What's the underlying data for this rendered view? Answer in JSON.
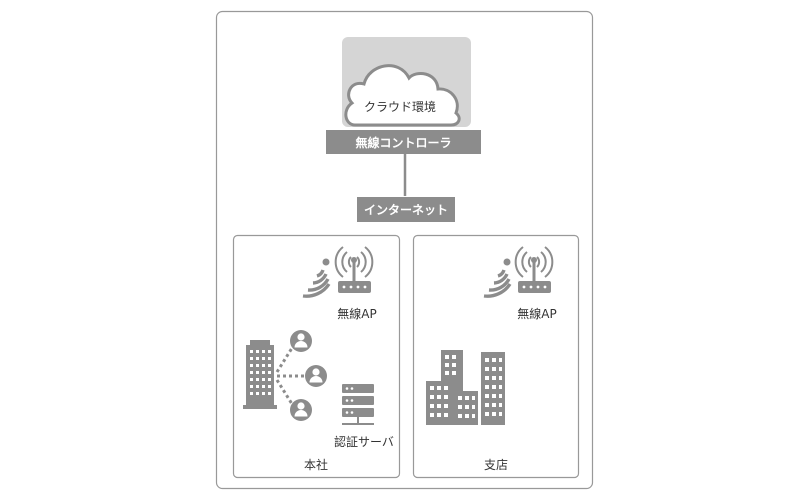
{
  "cloud": {
    "label": "クラウド環境"
  },
  "controller": {
    "label": "無線コントローラ"
  },
  "internet": {
    "label": "インターネット"
  },
  "headquarters": {
    "label": "本社",
    "ap_label": "無線AP",
    "server_label": "認証サーバ"
  },
  "branch": {
    "label": "支店",
    "ap_label": "無線AP"
  },
  "colors": {
    "icon_gray": "#8c8c8c",
    "border_gray": "#999999",
    "cloud_bg": "#d5d5d5",
    "text": "#333333"
  }
}
